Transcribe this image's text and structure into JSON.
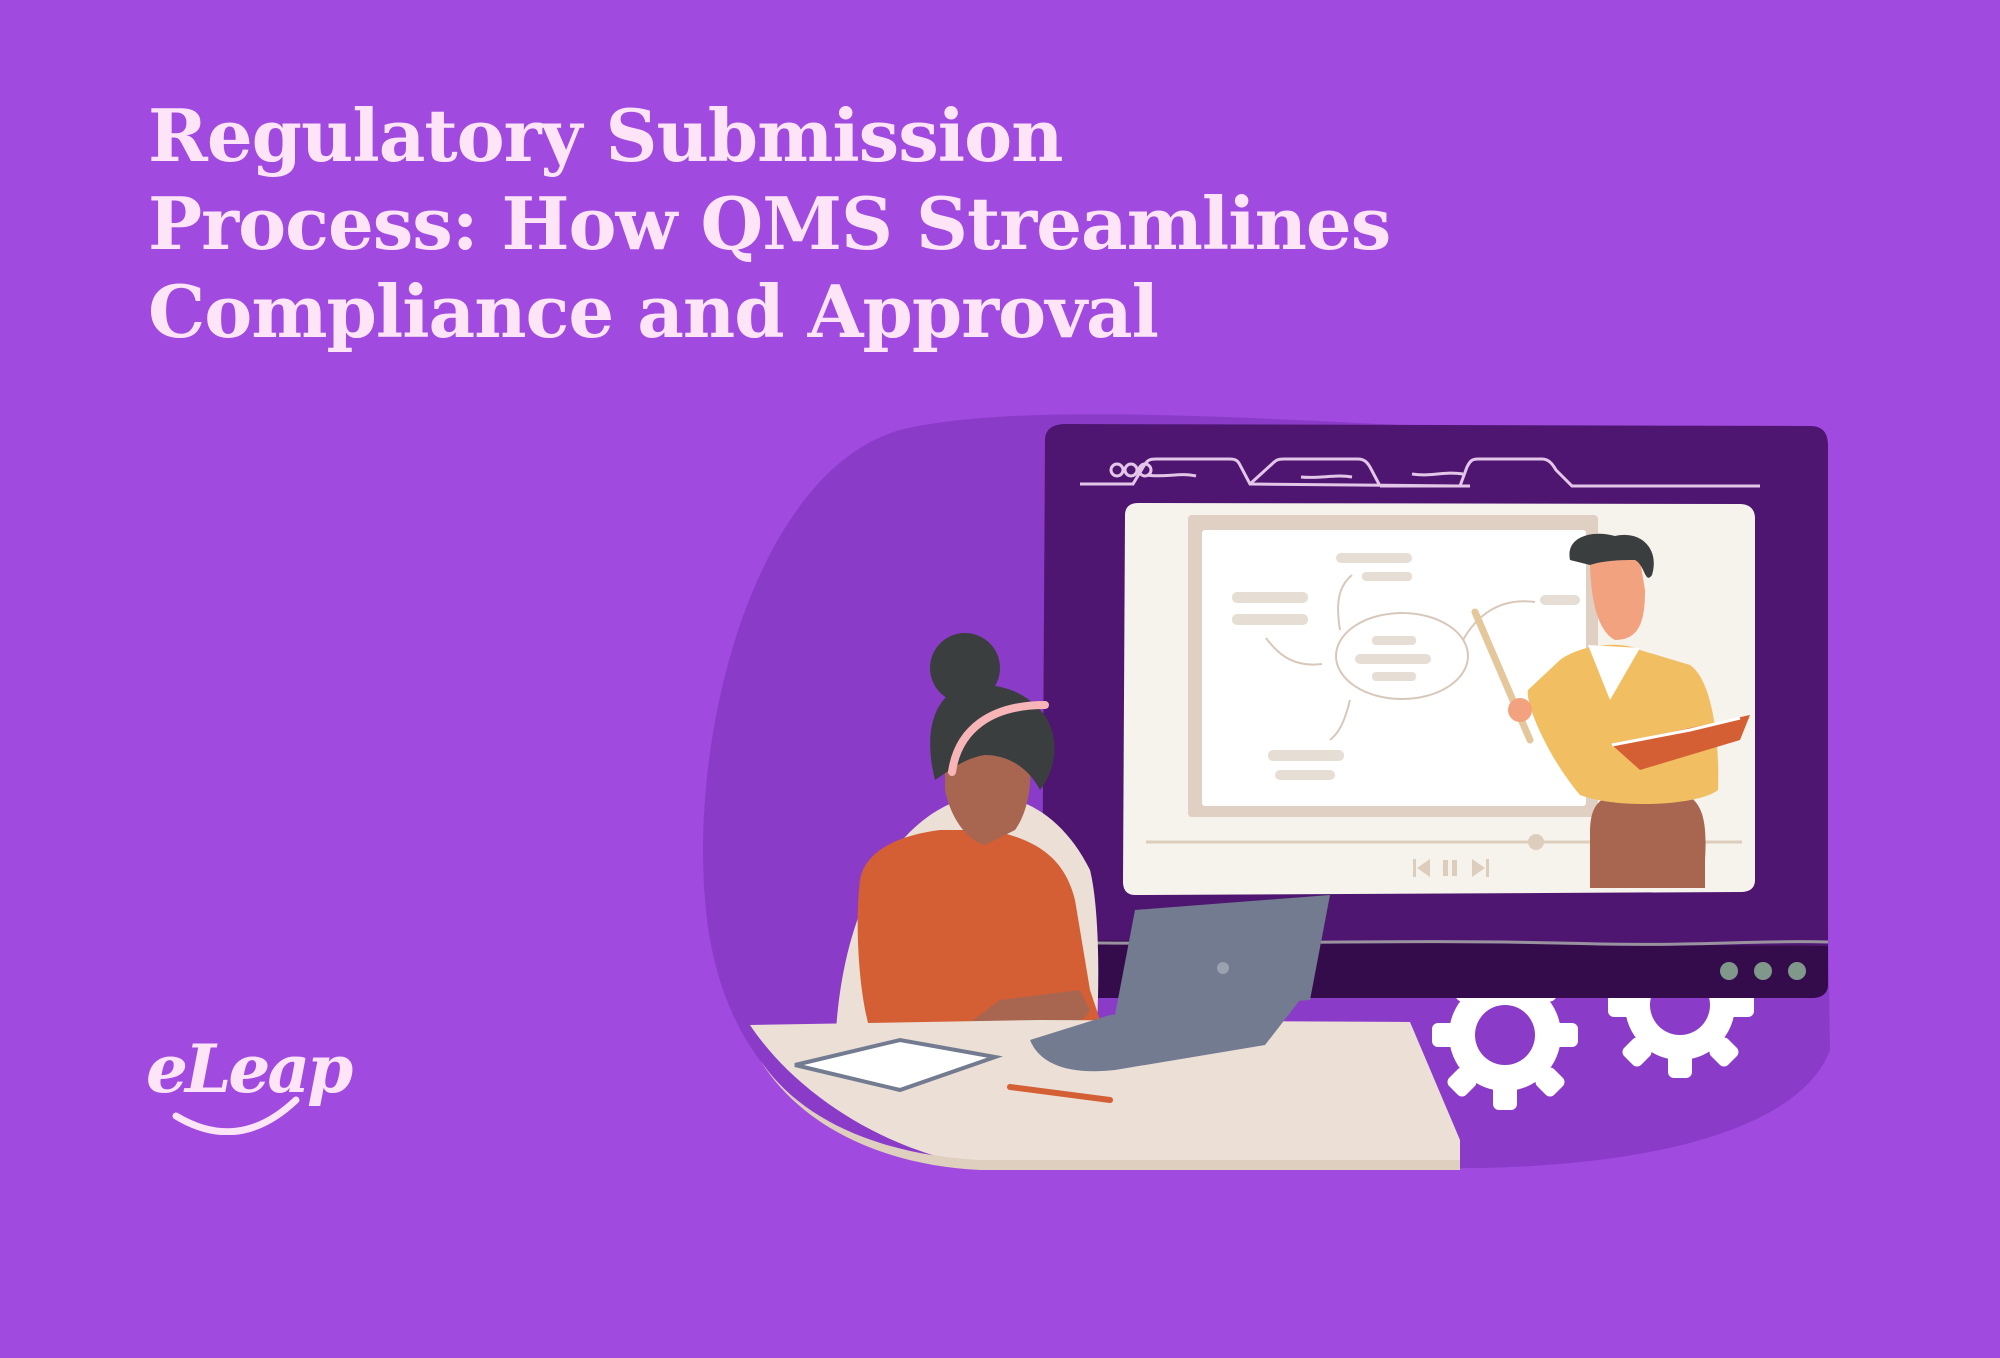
{
  "headline": {
    "lines": [
      "Regulatory Submission",
      "Process: How QMS Streamlines",
      "Compliance and Approval"
    ]
  },
  "brand": {
    "logo_text": "eLeap"
  },
  "illustration": {
    "description": "Woman at desk with laptop watching an online video lesson of a teacher presenting a mind-map on a whiteboard",
    "browser_tabs_count": 3,
    "window_dots_count": 3,
    "player_controls": [
      "previous",
      "pause",
      "next"
    ],
    "progress_percent": 66
  },
  "colors": {
    "background": "#a04ae0",
    "blob": "#8a3cc8",
    "headline_text": "#fde4f6",
    "monitor_frame": "#4e1670",
    "monitor_base": "#340c4c",
    "screen": "#f6f2ec",
    "sweater_orange": "#d45f34",
    "teacher_sweater": "#f2be62",
    "laptop": "#737b90",
    "desk": "#ebdfd6"
  }
}
